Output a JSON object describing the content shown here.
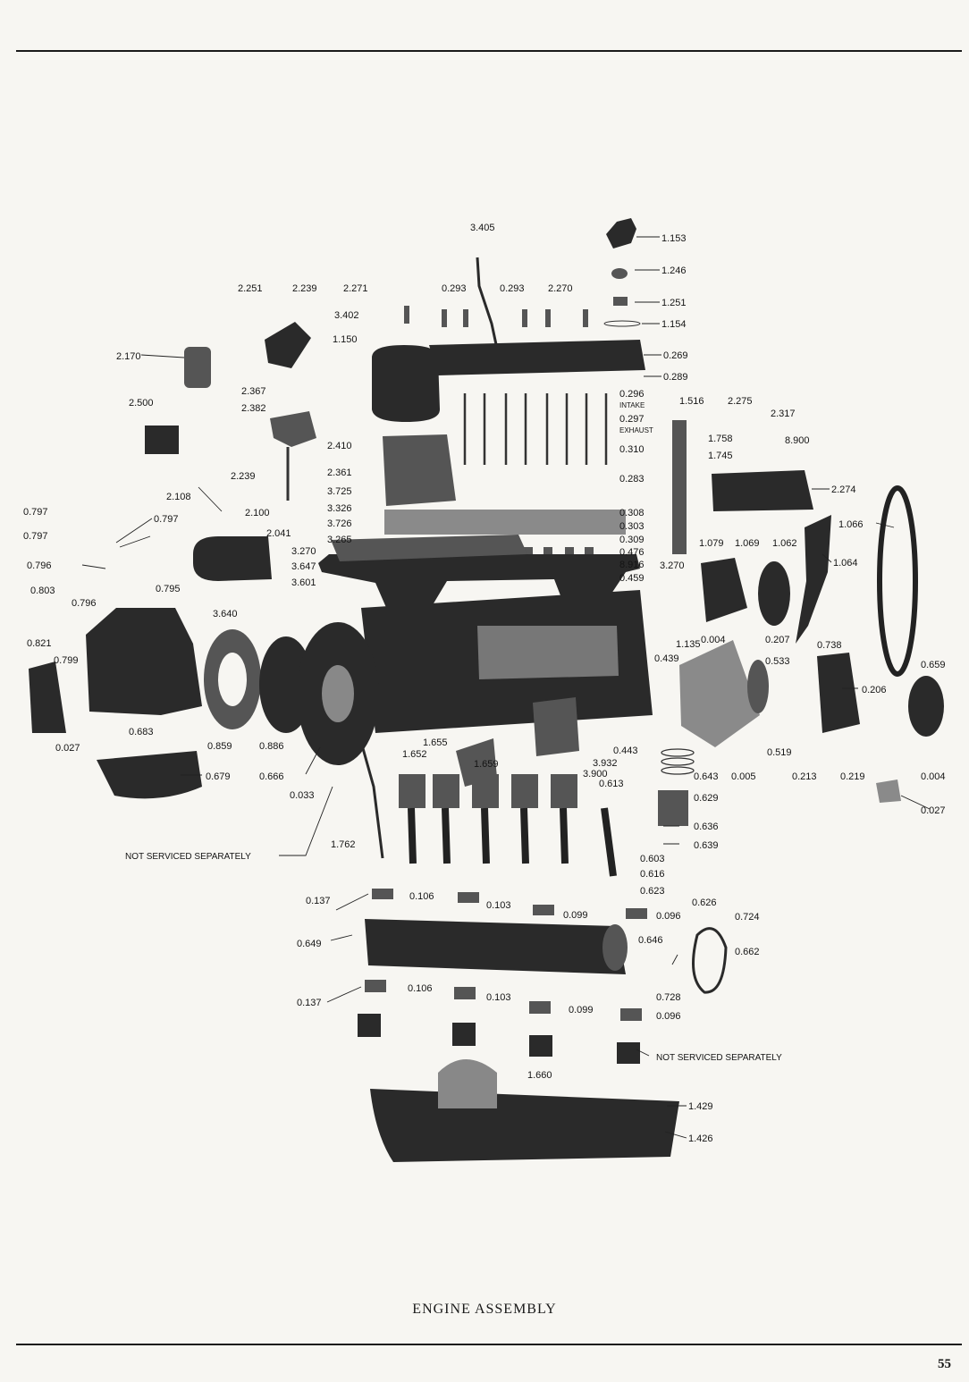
{
  "caption": "ENGINE ASSEMBLY",
  "page_number": "55",
  "callouts": [
    "3.405",
    "1.153",
    "1.246",
    "1.251",
    "1.154",
    "2.251",
    "2.239",
    "2.271",
    "0.293",
    "0.293",
    "2.270",
    "3.402",
    "1.150",
    "0.269",
    "2.170",
    "0.289",
    "2.367",
    "2.382",
    "0.296",
    "INTAKE",
    "0.297",
    "EXHAUST",
    "1.516",
    "2.275",
    "2.317",
    "2.500",
    "2.410",
    "1.758",
    "8.900",
    "2.239",
    "2.361",
    "0.310",
    "1.745",
    "3.725",
    "0.283",
    "2.274",
    "2.108",
    "2.100",
    "3.326",
    "0.308",
    "0.797",
    "0.797",
    "3.726",
    "0.303",
    "1.066",
    "0.797",
    "2.041",
    "3.265",
    "0.309",
    "0.796",
    "3.270",
    "0.476",
    "1.079",
    "1.069",
    "1.062",
    "1.064",
    "3.647",
    "8.916",
    "3.270",
    "0.803",
    "0.796",
    "0.795",
    "3.601",
    "0.459",
    "0.821",
    "3.640",
    "1.135",
    "0.004",
    "0.207",
    "0.738",
    "0.799",
    "0.439",
    "0.533",
    "0.659",
    "0.206",
    "0.683",
    "0.519",
    "1.655",
    "0.443",
    "1.652",
    "3.932",
    "0.643",
    "0.005",
    "0.027",
    "0.859",
    "0.886",
    "1.659",
    "3.900",
    "0.213",
    "0.219",
    "0.004",
    "0.679",
    "0.666",
    "0.613",
    "0.629",
    "0.033",
    "0.027",
    "0.636",
    "1.762",
    "0.639",
    "NOT SERVICED SEPARATELY",
    "0.603",
    "0.616",
    "0.623",
    "0.137",
    "0.106",
    "0.103",
    "0.626",
    "0.099",
    "0.096",
    "0.724",
    "0.649",
    "0.646",
    "0.662",
    "0.106",
    "0.728",
    "0.137",
    "0.103",
    "0.099",
    "0.096",
    "NOT SERVICED SEPARATELY",
    "1.660",
    "1.429",
    "1.426"
  ]
}
